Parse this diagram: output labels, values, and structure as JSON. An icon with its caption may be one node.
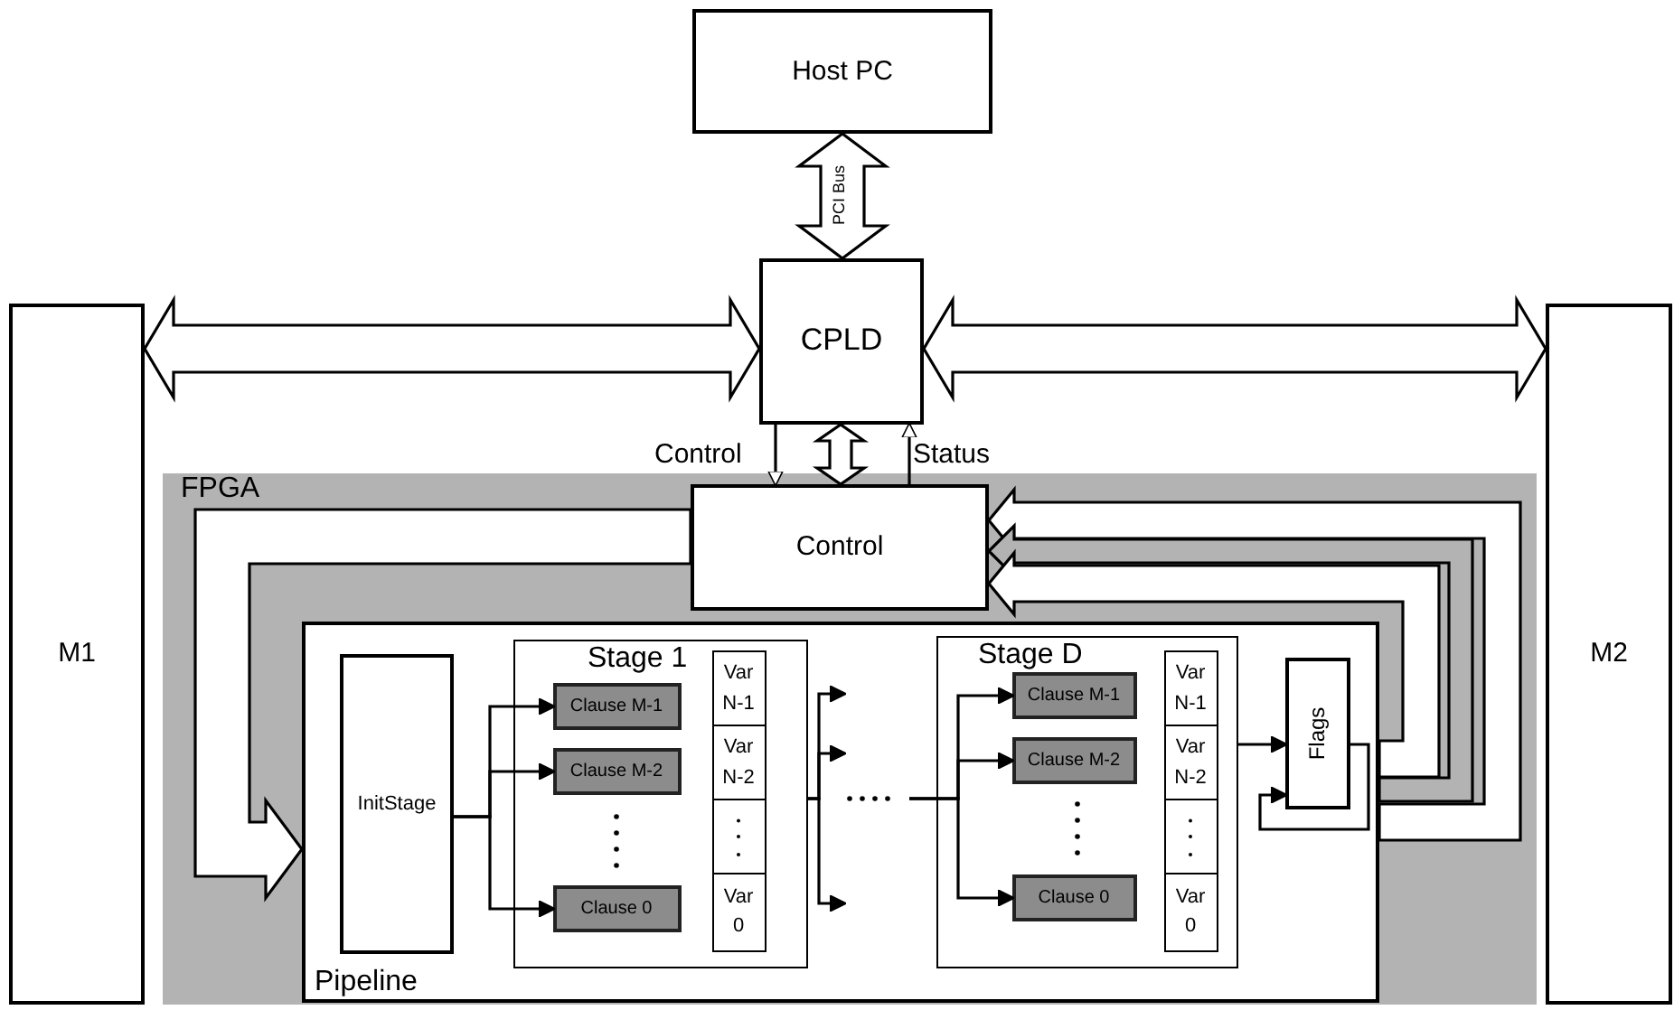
{
  "diagram": {
    "nodes": [
      {
        "text": [
          "Host PC"
        ]
      },
      {
        "text": [
          "CPLD"
        ]
      },
      {
        "text": [
          "M1"
        ]
      },
      {
        "text": [
          "M2"
        ]
      },
      {
        "text": [
          "FPGA"
        ]
      },
      {
        "text": [
          "Control"
        ],
        "in": 4
      },
      {
        "text": [
          "Pipeline"
        ],
        "in": 4
      },
      {
        "text": [
          "InitStage"
        ],
        "in": 6
      },
      {
        "text": [
          "Stage 1"
        ],
        "in": 6
      },
      {
        "text": [
          "Clause M-1"
        ],
        "in": 8
      },
      {
        "text": [
          "Clause M-2"
        ],
        "in": 8
      },
      {
        "text": [
          "Clause 0"
        ],
        "in": 8
      },
      {
        "text": [
          "Var N-1"
        ],
        "in": 8
      },
      {
        "text": [
          "Var N-2"
        ],
        "in": 8
      },
      {
        "text": [],
        "shape": "box",
        "in": 8
      },
      {
        "text": [
          "Var 0"
        ],
        "in": 8
      },
      {
        "text": [
          "Stage D"
        ],
        "in": 6
      },
      {
        "text": [
          "Clause M-1"
        ],
        "in": 16
      },
      {
        "text": [
          "Clause M-2"
        ],
        "in": 16
      },
      {
        "text": [
          "Clause 0"
        ],
        "in": 16
      },
      {
        "text": [
          "Var N-1"
        ],
        "in": 16
      },
      {
        "text": [
          "Var N-2"
        ],
        "in": 16
      },
      {
        "text": [],
        "shape": "box",
        "in": 16
      },
      {
        "text": [
          "Var 0"
        ],
        "in": 16
      },
      {
        "text": [
          "Flags"
        ],
        "in": 6
      }
    ],
    "edges": [
      {
        "from": 0,
        "to": 1,
        "arrow": "both",
        "style": "thick",
        "label": "PCI Bus"
      },
      {
        "from": 2,
        "to": 1,
        "arrow": "both",
        "style": "thick"
      },
      {
        "from": 1,
        "to": 3,
        "arrow": "both",
        "style": "thick"
      },
      {
        "from": 1,
        "to": 5,
        "arrow": "to",
        "label": "Control"
      },
      {
        "from": 1,
        "to": 5,
        "arrow": "both",
        "style": "thick"
      },
      {
        "from": 5,
        "to": 1,
        "arrow": "to",
        "label": "Status"
      },
      {
        "from": 5,
        "to": 6,
        "arrow": "to",
        "style": "thick"
      },
      {
        "from": 6,
        "to": 5,
        "arrow": "to",
        "style": "thick"
      },
      {
        "from": 6,
        "to": 5,
        "arrow": "to",
        "style": "thick"
      },
      {
        "from": 6,
        "to": 5,
        "arrow": "to",
        "style": "thick"
      },
      {
        "from": 7,
        "to": 9,
        "arrow": "to"
      },
      {
        "from": 7,
        "to": 10,
        "arrow": "to"
      },
      {
        "from": 7,
        "to": 11,
        "arrow": "to"
      },
      {
        "from": 8,
        "to": null,
        "arrow": "to"
      },
      {
        "from": 8,
        "to": null,
        "arrow": "to"
      },
      {
        "from": 8,
        "to": null,
        "arrow": "to"
      },
      {
        "from": null,
        "to": 17,
        "arrow": "to"
      },
      {
        "from": null,
        "to": 18,
        "arrow": "to"
      },
      {
        "from": null,
        "to": 19,
        "arrow": "to"
      },
      {
        "from": 16,
        "to": 24,
        "arrow": "to"
      },
      {
        "from": 24,
        "to": 24,
        "arrow": "to"
      }
    ]
  }
}
